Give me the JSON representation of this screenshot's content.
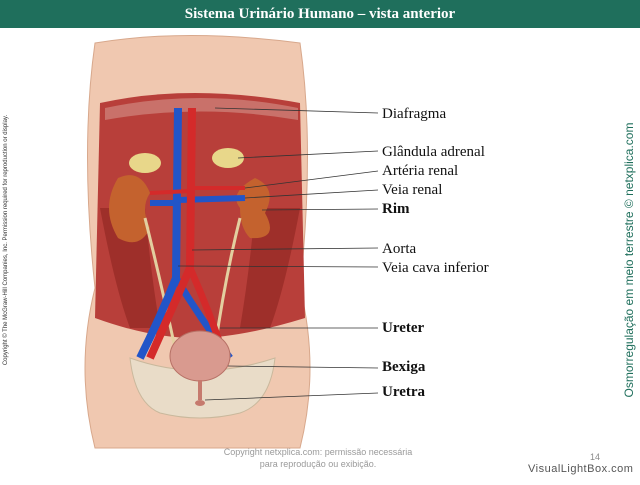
{
  "title": "Sistema Urinário Humano – vista anterior",
  "labels": [
    {
      "text": "Diafragma",
      "bold": false
    },
    {
      "text": "Glândula adrenal",
      "bold": false
    },
    {
      "text": "Artéria renal",
      "bold": false
    },
    {
      "text": "Veia renal",
      "bold": false
    },
    {
      "text": "Rim",
      "bold": true
    },
    {
      "text": "Aorta",
      "bold": false
    },
    {
      "text": "Veia cava inferior",
      "bold": false
    },
    {
      "text": "Ureter",
      "bold": true
    },
    {
      "text": "Bexiga",
      "bold": true
    },
    {
      "text": "Uretra",
      "bold": true
    }
  ],
  "side_left": "Copyright © The McGraw-Hill Companies, Inc. Permission required for reproduction or display.",
  "side_right": "Osmorregulação em meio terrestre © netxplica.com",
  "footer_copy": "Copyright netxplica.com: permissão necessária para reprodução ou exibição.",
  "page_number": "14",
  "watermark": "VisualLightBox.com",
  "colors": {
    "title_bg": "#1f6f5c",
    "artery": "#d42a2a",
    "vein": "#2255c8",
    "kidney": "#c4622e",
    "skin": "#f0c8b0"
  }
}
